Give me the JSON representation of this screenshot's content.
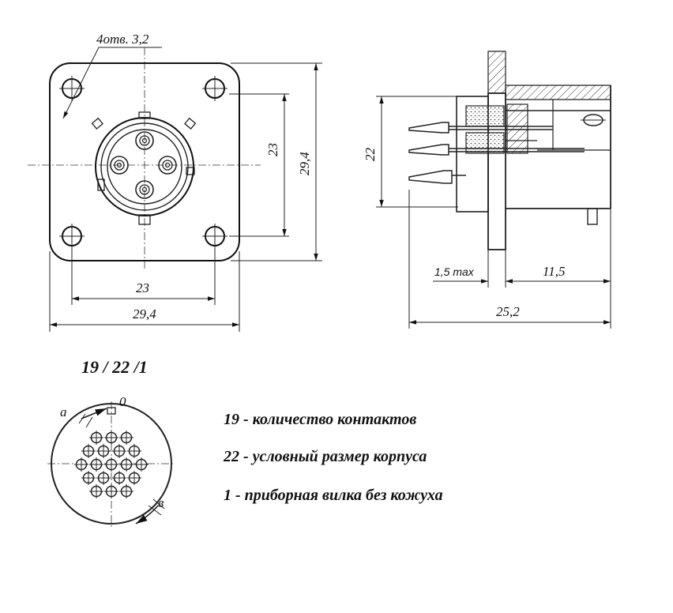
{
  "front_view": {
    "hole_note": "4отв. 3,2",
    "dim_vertical_inner": "23",
    "dim_vertical_outer": "29,4",
    "dim_horizontal_inner": "23",
    "dim_horizontal_outer": "29,4"
  },
  "side_view": {
    "dim_height": "22",
    "dim_flange": "1,5 max",
    "dim_body": "11,5",
    "dim_total": "25,2"
  },
  "designation": {
    "code": "19 / 22 /1",
    "layout_labels": {
      "a": "а",
      "o": "0",
      "b": "в"
    }
  },
  "legend": [
    {
      "text": "19 - количество контактов"
    },
    {
      "text": "22 - условный размер корпуса"
    },
    {
      "text": "1 - приборная вилка без кожуха"
    }
  ]
}
